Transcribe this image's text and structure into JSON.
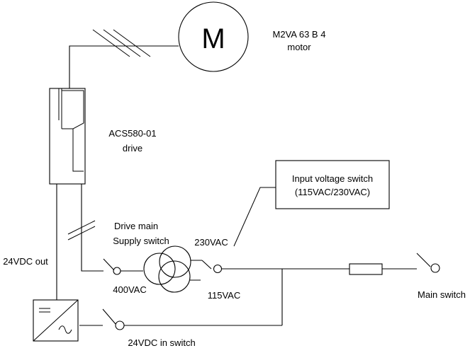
{
  "motor": {
    "symbol": "M",
    "model": "M2VA 63 B 4",
    "label": "motor"
  },
  "drive": {
    "model": "ACS580-01",
    "label": "drive"
  },
  "input_switch_box": {
    "line1": "Input voltage switch",
    "line2": "(115VAC/230VAC)"
  },
  "labels": {
    "drive_main_line1": "Drive main",
    "drive_main_line2": "Supply switch",
    "v230": "230VAC",
    "v400": "400VAC",
    "v115": "115VAC",
    "out24": "24VDC out",
    "in24_switch": "24VDC in switch",
    "main_switch": "Main switch"
  }
}
